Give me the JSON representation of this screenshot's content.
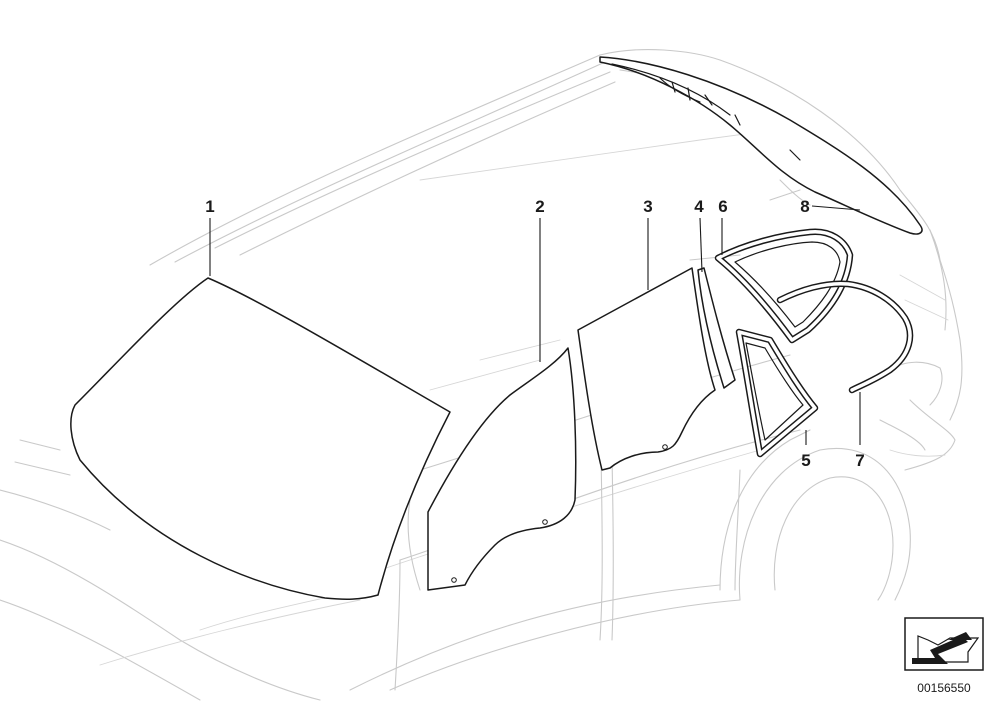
{
  "diagram": {
    "callouts": [
      {
        "id": "1",
        "label": "1"
      },
      {
        "id": "2",
        "label": "2"
      },
      {
        "id": "3",
        "label": "3"
      },
      {
        "id": "4",
        "label": "4"
      },
      {
        "id": "5",
        "label": "5"
      },
      {
        "id": "6",
        "label": "6"
      },
      {
        "id": "7",
        "label": "7"
      },
      {
        "id": "8",
        "label": "8"
      }
    ],
    "document_number": "00156550",
    "nav_icon": "arrow-navigation-icon"
  }
}
